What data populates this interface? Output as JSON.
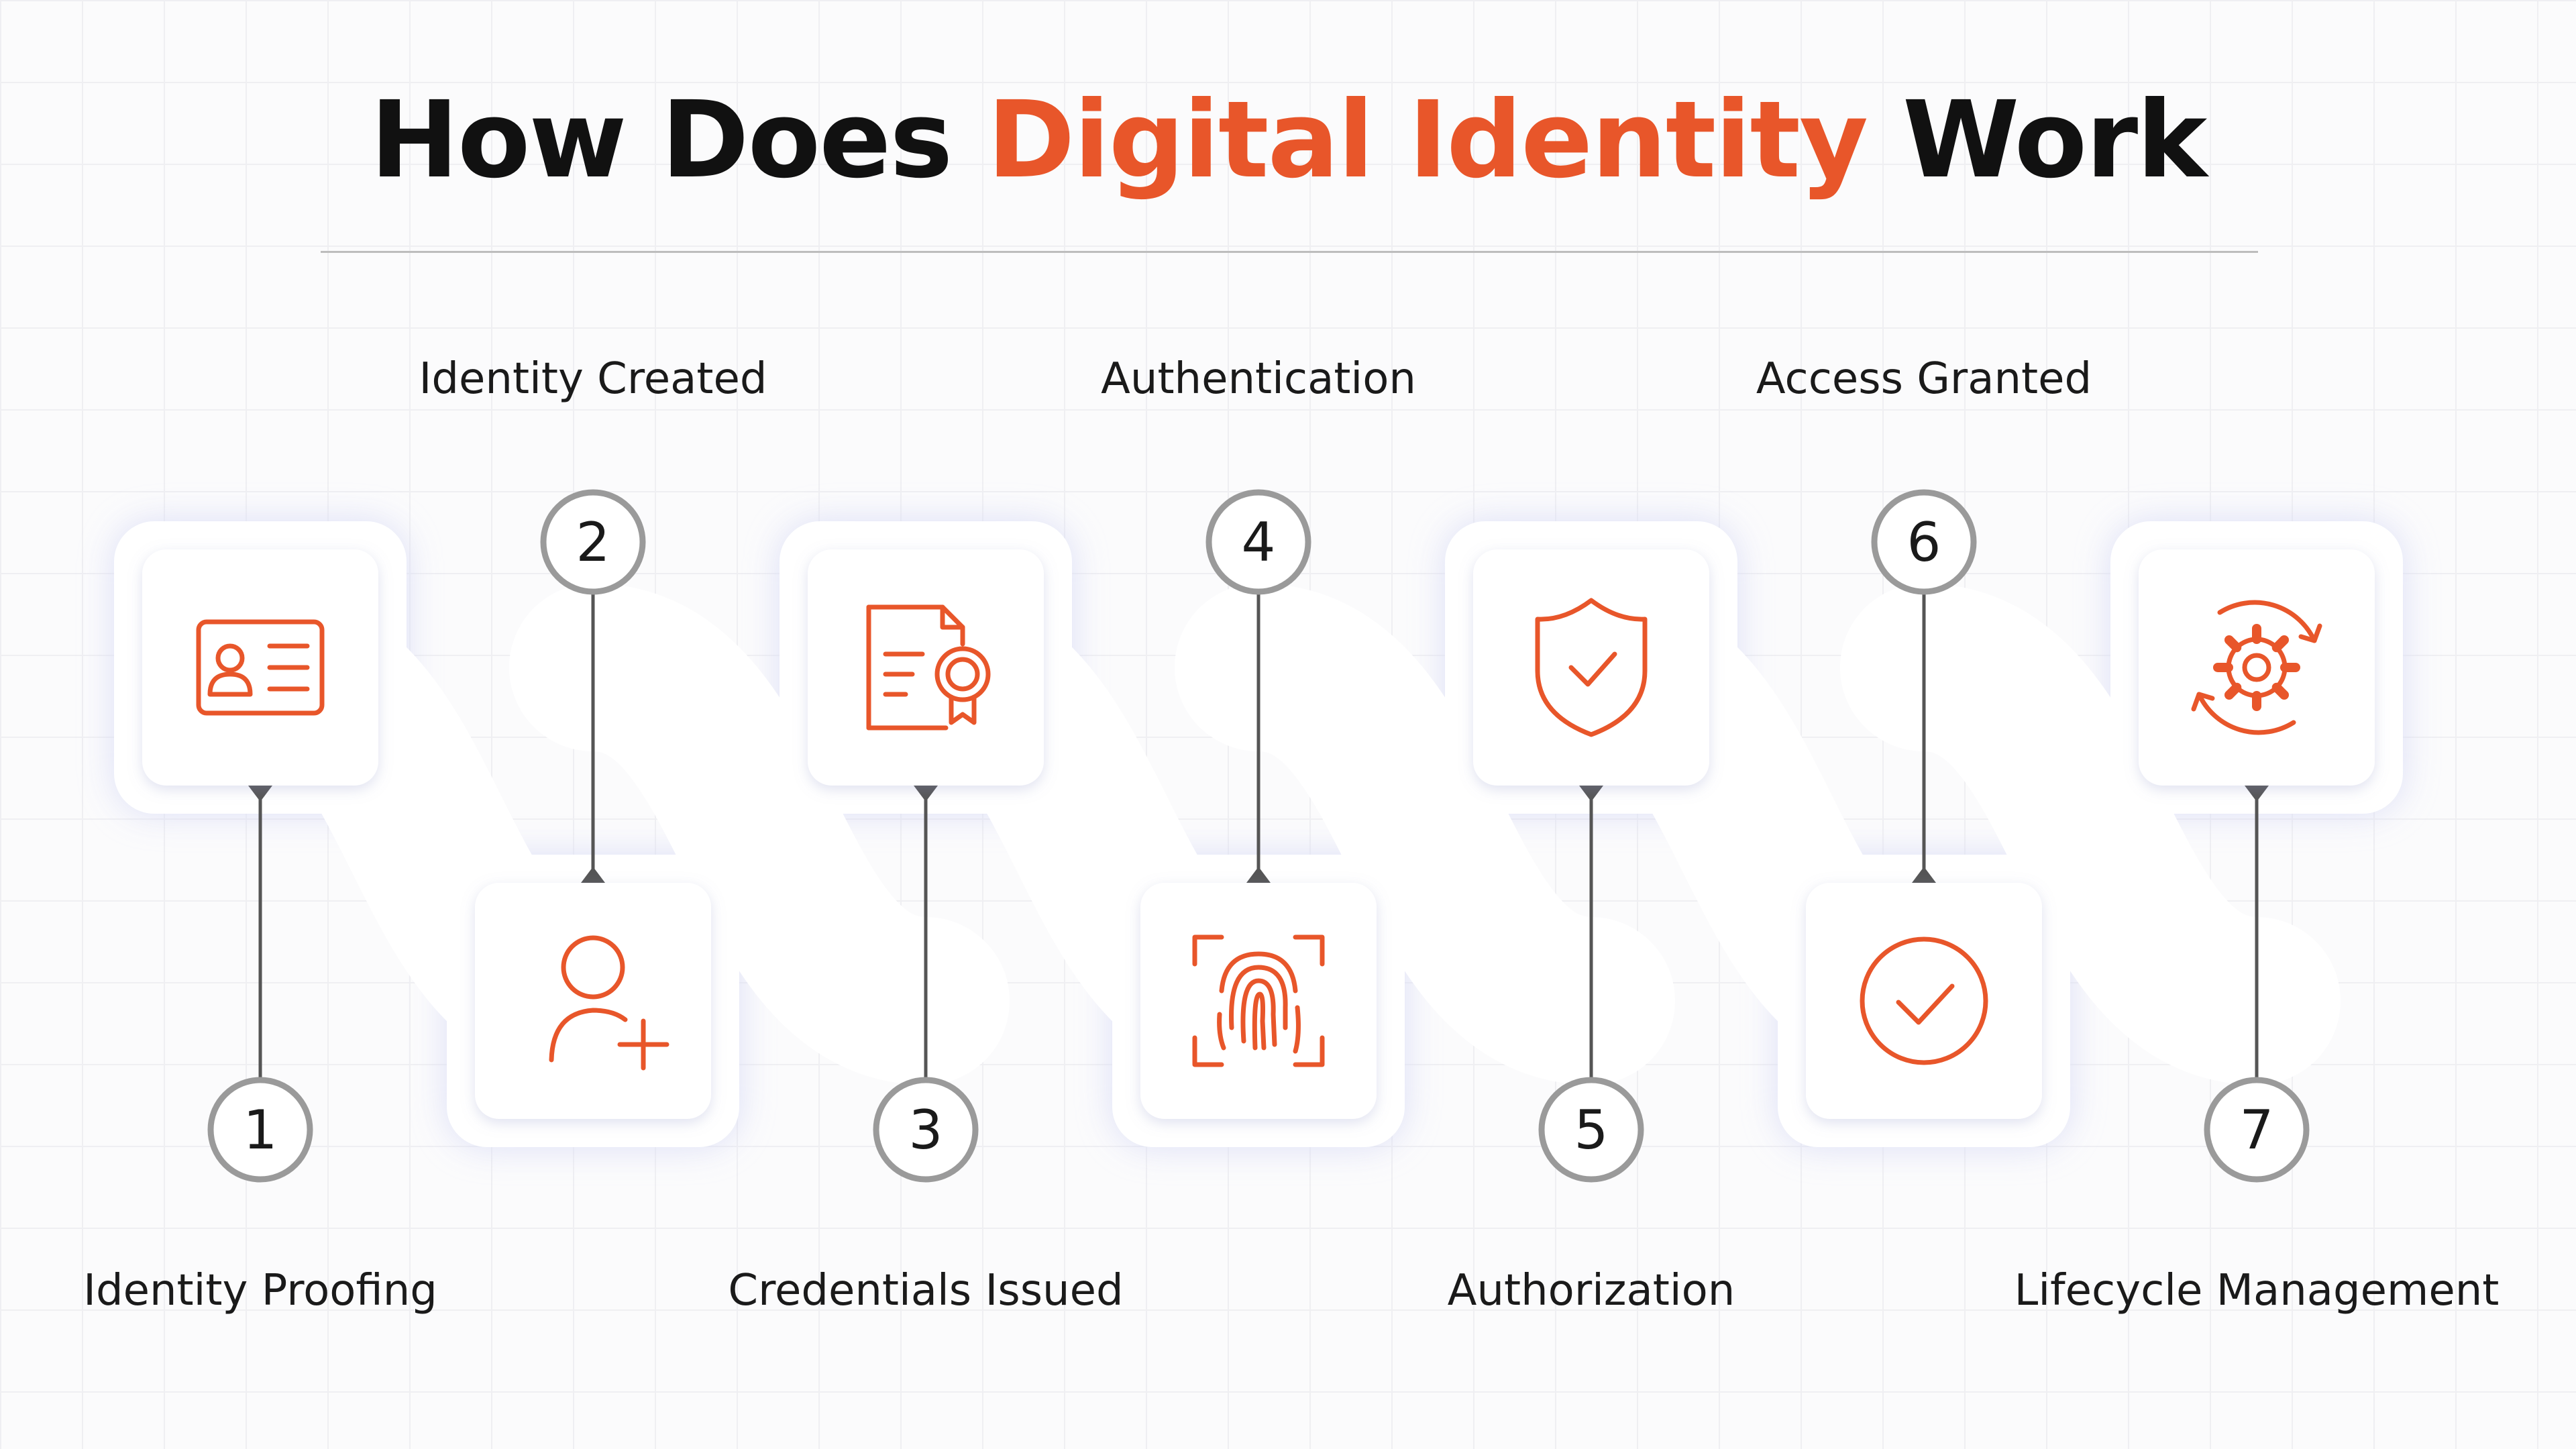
{
  "title": {
    "part1": "How Does ",
    "accent": "Digital Identity",
    "part2": " Work"
  },
  "colors": {
    "accent": "#e8562a",
    "text": "#111111",
    "connector": "#555555",
    "badge_border": "#9a9a9a"
  },
  "steps": [
    {
      "number": "1",
      "label": "Identity Proofing",
      "icon": "id-card-icon",
      "row": "top",
      "label_position": "bottom"
    },
    {
      "number": "2",
      "label": "Identity Created",
      "icon": "add-user-icon",
      "row": "bottom",
      "label_position": "top"
    },
    {
      "number": "3",
      "label": "Credentials Issued",
      "icon": "certificate-icon",
      "row": "top",
      "label_position": "bottom"
    },
    {
      "number": "4",
      "label": "Authentication",
      "icon": "fingerprint-scan-icon",
      "row": "bottom",
      "label_position": "top"
    },
    {
      "number": "5",
      "label": "Authorization",
      "icon": "shield-check-icon",
      "row": "top",
      "label_position": "bottom"
    },
    {
      "number": "6",
      "label": "Access Granted",
      "icon": "check-circle-icon",
      "row": "bottom",
      "label_position": "top"
    },
    {
      "number": "7",
      "label": "Lifecycle Management",
      "icon": "gear-cycle-icon",
      "row": "top",
      "label_position": "bottom"
    }
  ]
}
